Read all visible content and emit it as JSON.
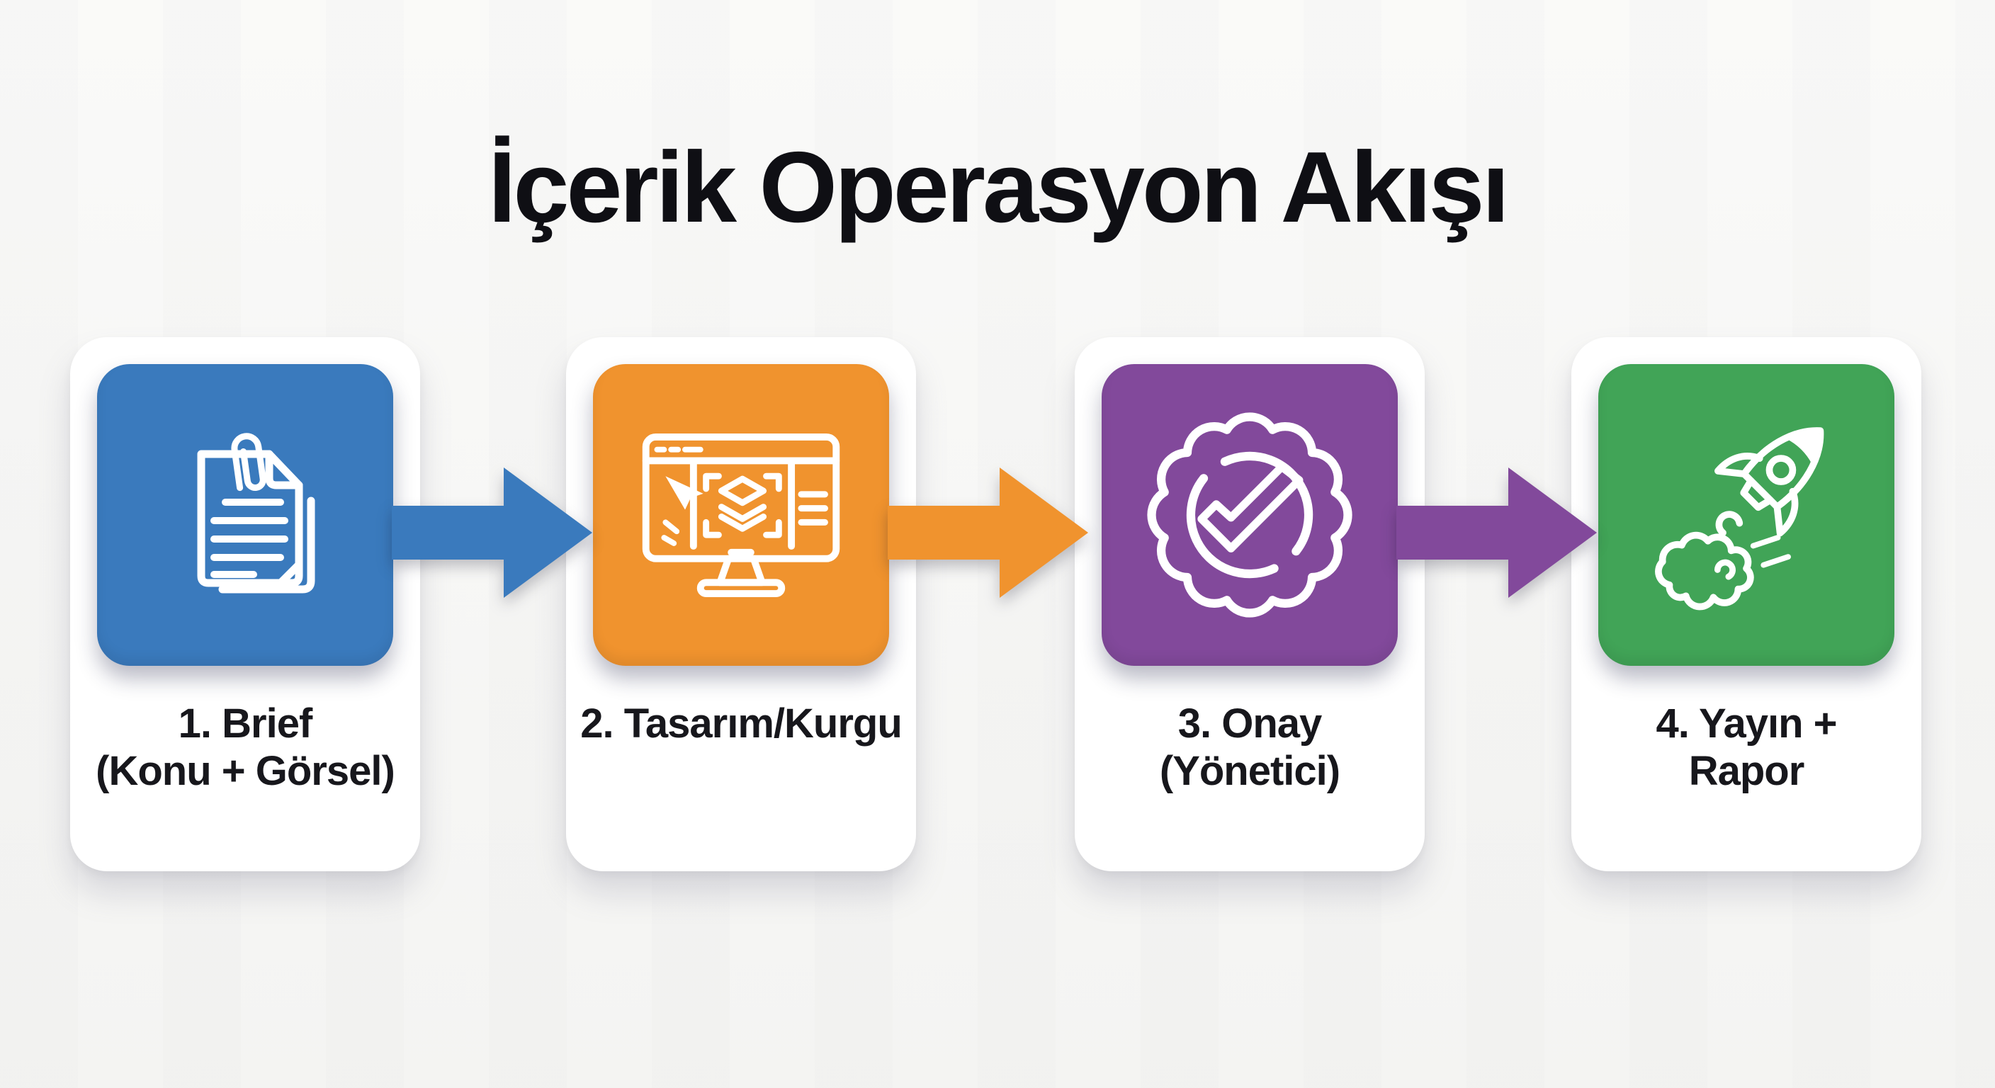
{
  "title": "İçerik Operasyon Akışı",
  "colors": {
    "background": "#f7f7f5",
    "card": "#ffffff",
    "text": "#17171c",
    "blue": "#3A7ABD",
    "orange": "#F0932E",
    "purple": "#82499B",
    "green": "#41A457"
  },
  "steps": [
    {
      "icon": "document-paperclip-icon",
      "color": "#3A7ABD",
      "label_line1": "1. Brief",
      "label_line2": "(Konu + Görsel)"
    },
    {
      "icon": "design-monitor-icon",
      "color": "#F0932E",
      "label_line1": "2. Tasarım/Kurgu",
      "label_line2": ""
    },
    {
      "icon": "approval-badge-check-icon",
      "color": "#82499B",
      "label_line1": "3. Onay",
      "label_line2": "(Yönetici)"
    },
    {
      "icon": "rocket-launch-icon",
      "color": "#41A457",
      "label_line1": "4. Yayın +",
      "label_line2": "Rapor"
    }
  ],
  "arrows": [
    {
      "name": "flow-arrow-1",
      "color": "#3A7ABD"
    },
    {
      "name": "flow-arrow-2",
      "color": "#F0932E"
    },
    {
      "name": "flow-arrow-3",
      "color": "#82499B"
    }
  ]
}
